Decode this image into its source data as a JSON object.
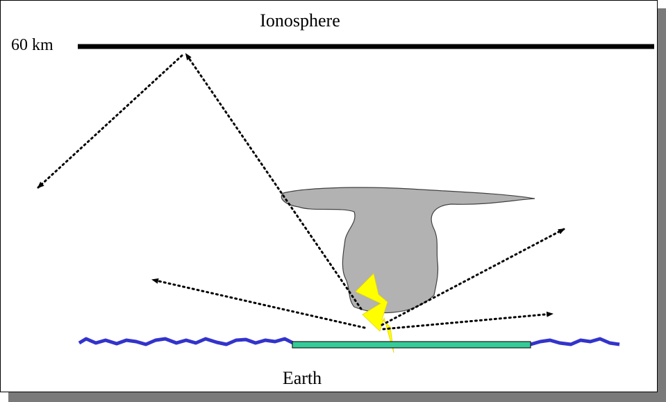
{
  "labels": {
    "ionosphere": "Ionosphere",
    "altitude": "60 km",
    "earth": "Earth"
  },
  "colors": {
    "ionosphere_line": "#000000",
    "cloud_fill": "#b2b2b2",
    "cloud_stroke": "#404040",
    "lightning": "#ffff00",
    "water": "#3333cc",
    "land": "#33cc99",
    "ray": "#000000",
    "frame_shadow": "#7a7a7a"
  },
  "icons": {
    "storm": "thundercloud-icon",
    "bolt": "lightning-bolt-icon"
  }
}
